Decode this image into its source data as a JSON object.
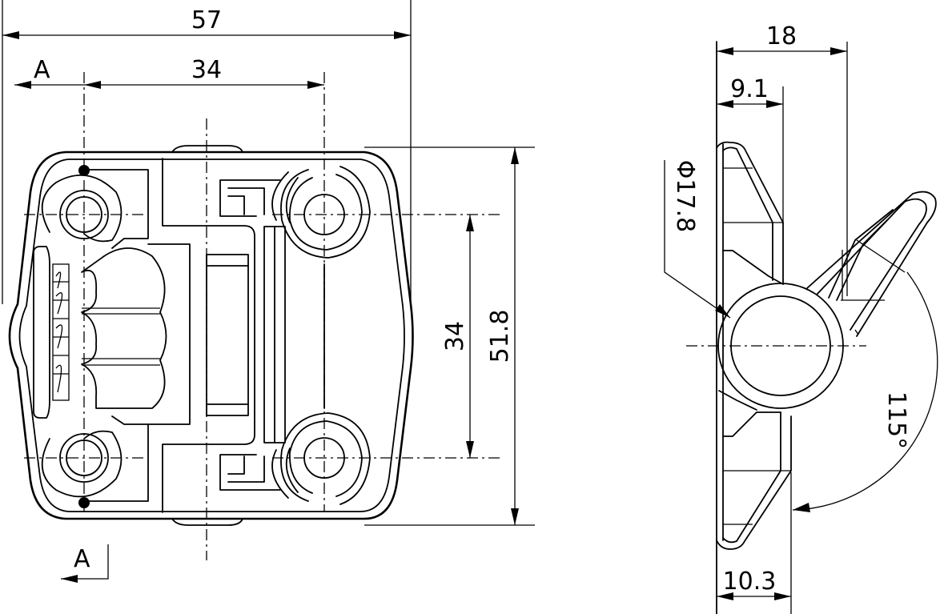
{
  "dimensions": {
    "overall_width": "57",
    "hole_spacing_width": "34",
    "section_marker_top": "A",
    "section_marker_bottom": "A",
    "hole_spacing_height": "34",
    "overall_height": "51.8",
    "side_width": "18",
    "side_offset": "9.1",
    "tube_diameter": "Φ17.8",
    "opening_angle": "115°",
    "base_depth": "10.3"
  },
  "colors": {
    "line": "#000000",
    "background": "#ffffff"
  }
}
